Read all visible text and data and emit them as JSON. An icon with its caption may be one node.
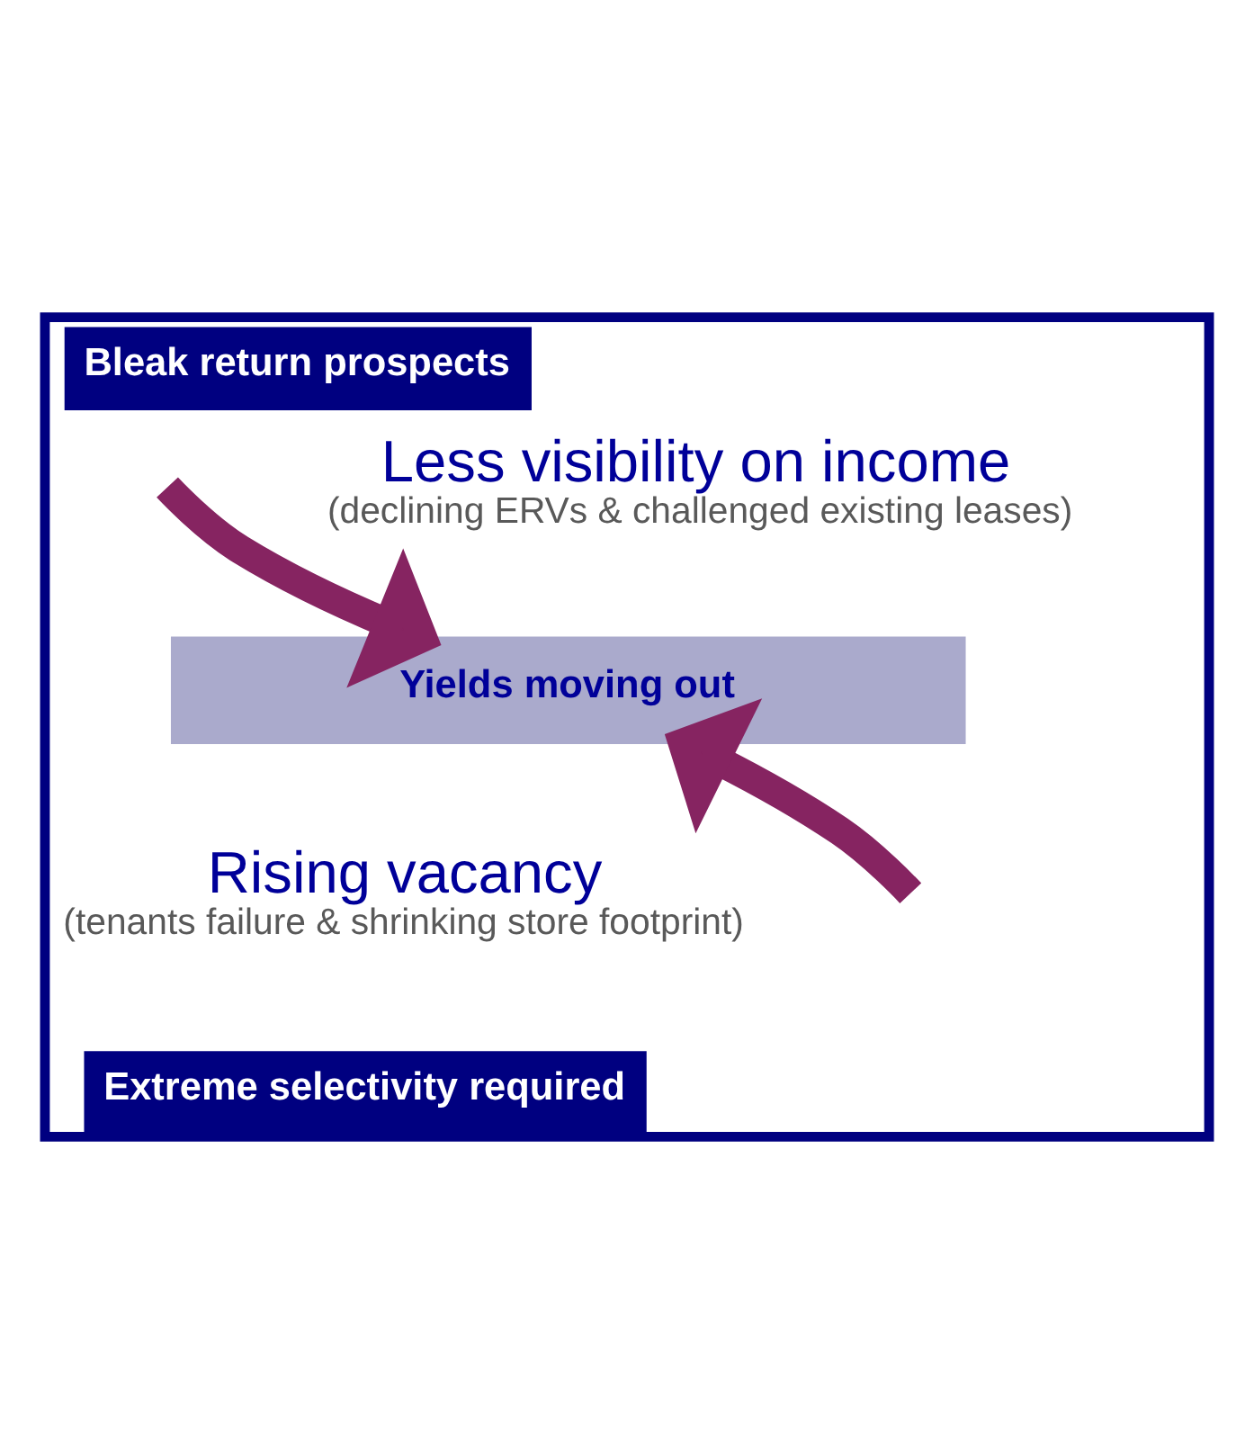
{
  "diagram": {
    "nodes": [
      {
        "text": [
          "Bleak return prospects"
        ]
      },
      {
        "text": [
          "Less visibility on income",
          "(declining ERVs & challenged existing leases)"
        ],
        "in": 0
      },
      {
        "text": [
          "Yields moving out"
        ],
        "in": 0
      },
      {
        "text": [
          "Rising vacancy",
          "(tenants failure & shrinking store footprint)"
        ],
        "in": 0
      },
      {
        "text": [
          "Extreme selectivity required"
        ],
        "in": 0
      }
    ],
    "edges": [
      {
        "from": null,
        "to": 2,
        "arrow": "to"
      },
      {
        "from": null,
        "to": 2,
        "arrow": "to"
      }
    ]
  }
}
